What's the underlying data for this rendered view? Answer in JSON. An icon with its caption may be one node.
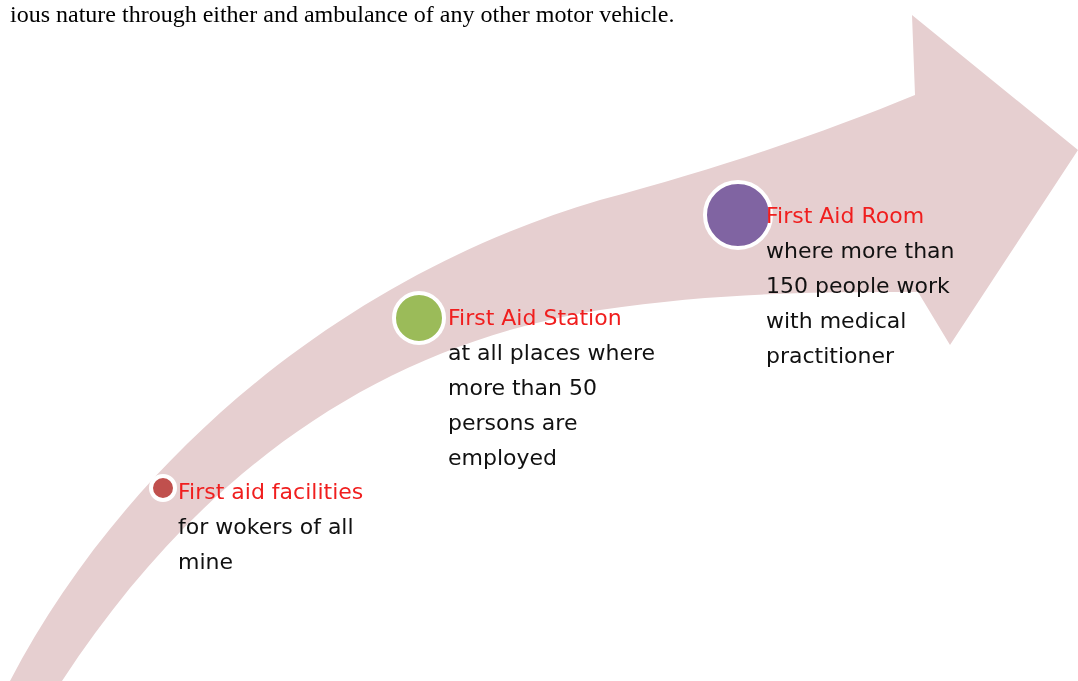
{
  "diagram": {
    "nodes": [
      {
        "text": [
          "First aid facilities",
          "for wokers of all mine"
        ]
      },
      {
        "text": [
          "First Aid Station",
          "at all places where more than 50 persons are employed"
        ]
      },
      {
        "text": [
          "First Aid Room",
          "where more than 150 people work with medical practitioner"
        ]
      }
    ],
    "labels": [
      "ious nature through either and ambulance of any other motor vehicle."
    ]
  }
}
